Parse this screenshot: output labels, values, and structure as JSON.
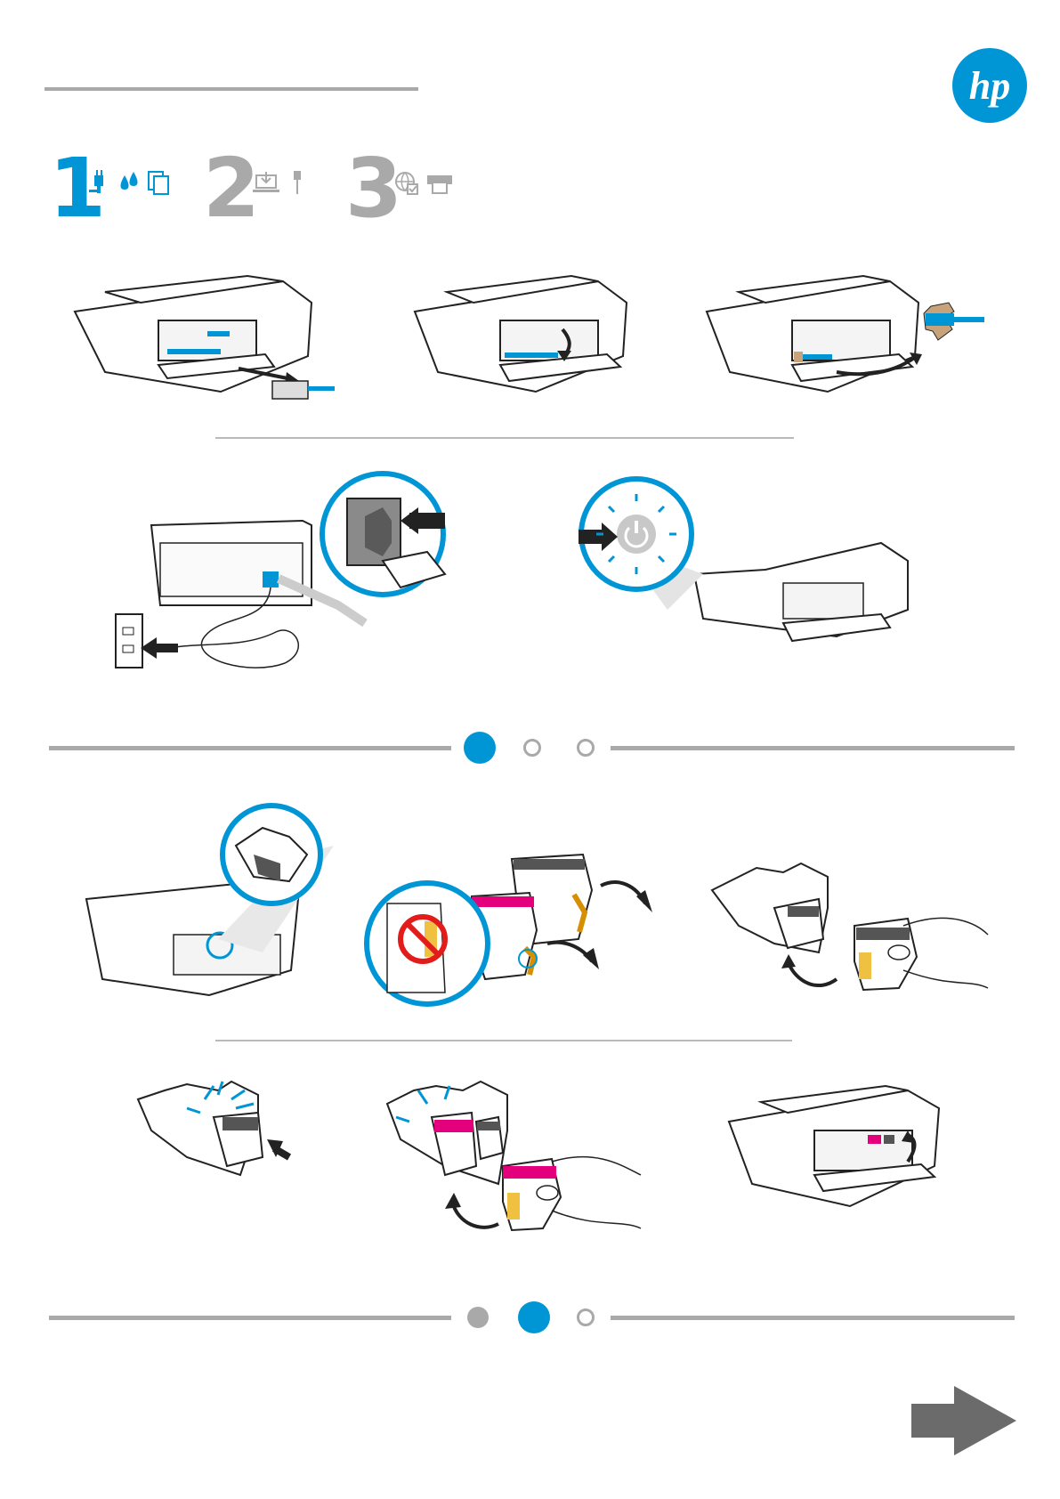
{
  "header": {
    "logo_text": "hp",
    "brand_color": "#0096d6",
    "muted_color": "#a9a9a9"
  },
  "steps": [
    {
      "number": "1",
      "state": "active",
      "icons": [
        "power-plug-icon",
        "ink-drops-icon",
        "paper-icon"
      ]
    },
    {
      "number": "2",
      "state": "inactive",
      "icons": [
        "laptop-download-icon",
        "usb-icon"
      ]
    },
    {
      "number": "3",
      "state": "inactive",
      "icons": [
        "web-check-icon",
        "printer-icon"
      ]
    }
  ],
  "progress_top": [
    "active",
    "empty",
    "empty"
  ],
  "progress_bottom": [
    "done",
    "active",
    "empty"
  ],
  "next_arrow": "next-page-arrow-icon"
}
